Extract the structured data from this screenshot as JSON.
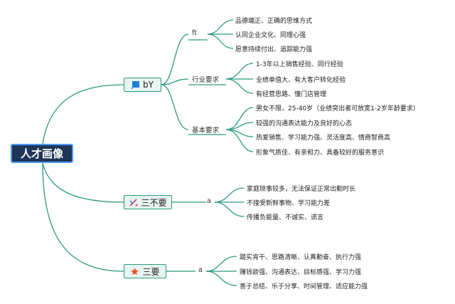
{
  "root": {
    "label": "人才画像"
  },
  "branches": [
    {
      "label": "bY",
      "icon": "flag-icon",
      "groups": [
        {
          "label": "ft",
          "items": [
            "品德端正、正确的思维方式",
            "认同企业文化、同理心强",
            "愿意持续付出、追踪能力强"
          ]
        },
        {
          "label": "行业要求",
          "items": [
            "1-3年以上销售经验、同行经验",
            "业绩单值大、有大客户转化经验",
            "有经营思路、懂门店管理"
          ]
        },
        {
          "label": "基本要求",
          "items": [
            "男女不限，25-40岁（业绩突出者可放宽1-2岁年龄要求）",
            "较强的沟通表达能力及良好的心态",
            "热爱销售、学习能力强、灵活度高、情商智商高",
            "形象气质佳、有亲和力、具备较好的服务意识"
          ]
        }
      ]
    },
    {
      "label": "三不要",
      "icon": "cross-icon",
      "groups": [
        {
          "label": "a",
          "items": [
            "家庭琐事较多，无法保证正常出勤时长",
            "不接受新鲜事物、学习能力差",
            "传播负能量、不诚实、谎言"
          ]
        }
      ]
    },
    {
      "label": "三要",
      "icon": "star-icon",
      "groups": [
        {
          "label": "a",
          "items": [
            "踏实肯干、思路清晰、认真勤奋、执行力强",
            "赚钱欲强、沟通表达、目标感强、学习力强",
            "善于总结、乐于分享、时间管理、适应能力强"
          ]
        }
      ]
    }
  ],
  "colors": {
    "line": "#2b9a82",
    "root_bg": "#1f3557",
    "branch_bg": "#e7f4ef",
    "flag": "#1e7fd6",
    "star": "#e8582a",
    "cross": "#d63a6a"
  }
}
